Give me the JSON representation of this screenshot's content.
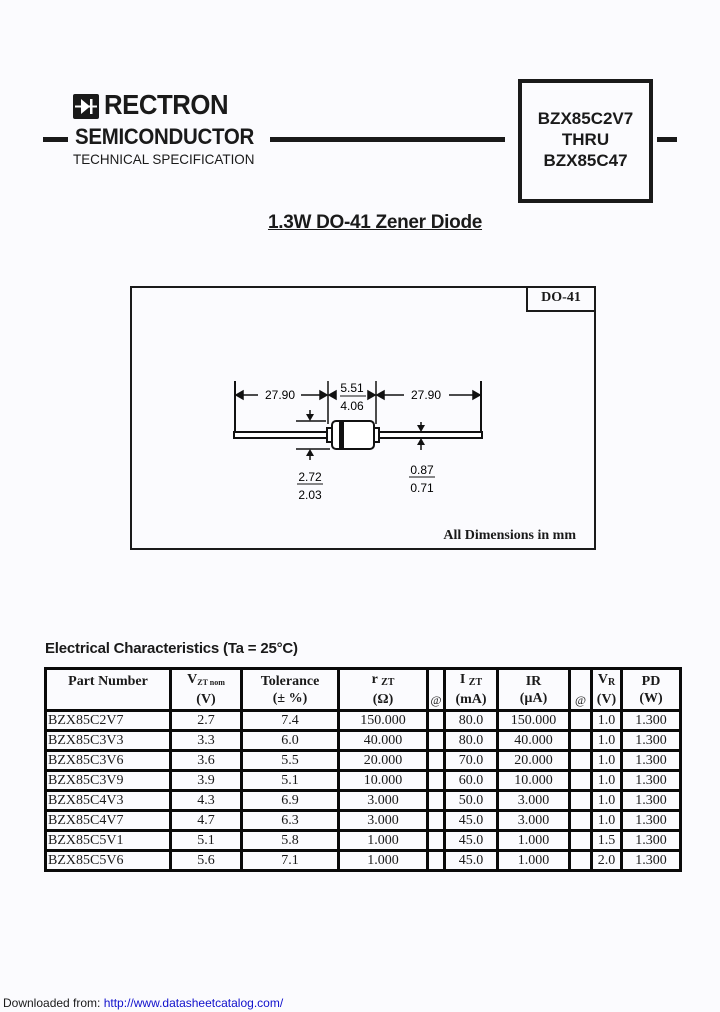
{
  "header": {
    "brand": "RECTRON",
    "company_line": "SEMICONDUCTOR",
    "doc_type": "TECHNICAL SPECIFICATION",
    "logo_icon": "diode-symbol-icon",
    "part_range": {
      "from": "BZX85C2V7",
      "thru": "THRU",
      "to": "BZX85C47"
    }
  },
  "title": "1.3W  DO-41 Zener Diode",
  "drawing": {
    "package_label": "DO-41",
    "dimension_note": "All Dimensions in mm",
    "dimensions": {
      "lead_length_left": "27.90",
      "lead_length_right": "27.90",
      "body_length_max": "5.51",
      "body_length_min": "4.06",
      "body_diameter_max": "2.72",
      "body_diameter_min": "2.03",
      "lead_diameter_max": "0.87",
      "lead_diameter_min": "0.71"
    }
  },
  "table": {
    "title": "Electrical Characteristics (Ta = 25°C)",
    "headers": {
      "part_number": "Part Number",
      "vzt_main": "V",
      "vzt_sub": "ZT nom",
      "vzt_unit": "(V)",
      "tolerance": "Tolerance",
      "tolerance_unit": "(± %)",
      "rzt_main": "r",
      "rzt_sub": "ZT",
      "rzt_unit": "(Ω)",
      "at1": "@",
      "izt_main": "I",
      "izt_sub": "ZT",
      "izt_unit": "(mA)",
      "ir": "IR",
      "ir_unit": "(µA)",
      "at2": "@",
      "vr_main": "V",
      "vr_sub": "R",
      "vr_unit": "(V)",
      "pd": "PD",
      "pd_unit": "(W)"
    },
    "rows": [
      {
        "part": "BZX85C2V7",
        "vzt": "2.7",
        "tol": "7.4",
        "rzt": "150.000",
        "izt": "80.0",
        "ir": "150.000",
        "vr": "1.0",
        "pd": "1.300"
      },
      {
        "part": "BZX85C3V3",
        "vzt": "3.3",
        "tol": "6.0",
        "rzt": "40.000",
        "izt": "80.0",
        "ir": "40.000",
        "vr": "1.0",
        "pd": "1.300"
      },
      {
        "part": "BZX85C3V6",
        "vzt": "3.6",
        "tol": "5.5",
        "rzt": "20.000",
        "izt": "70.0",
        "ir": "20.000",
        "vr": "1.0",
        "pd": "1.300"
      },
      {
        "part": "BZX85C3V9",
        "vzt": "3.9",
        "tol": "5.1",
        "rzt": "10.000",
        "izt": "60.0",
        "ir": "10.000",
        "vr": "1.0",
        "pd": "1.300"
      },
      {
        "part": "BZX85C4V3",
        "vzt": "4.3",
        "tol": "6.9",
        "rzt": "3.000",
        "izt": "50.0",
        "ir": "3.000",
        "vr": "1.0",
        "pd": "1.300"
      },
      {
        "part": "BZX85C4V7",
        "vzt": "4.7",
        "tol": "6.3",
        "rzt": "3.000",
        "izt": "45.0",
        "ir": "3.000",
        "vr": "1.0",
        "pd": "1.300"
      },
      {
        "part": "BZX85C5V1",
        "vzt": "5.1",
        "tol": "5.8",
        "rzt": "1.000",
        "izt": "45.0",
        "ir": "1.000",
        "vr": "1.5",
        "pd": "1.300"
      },
      {
        "part": "BZX85C5V6",
        "vzt": "5.6",
        "tol": "7.1",
        "rzt": "1.000",
        "izt": "45.0",
        "ir": "1.000",
        "vr": "2.0",
        "pd": "1.300"
      }
    ]
  },
  "footer": {
    "prefix": "Downloaded from: ",
    "link_text": "http://www.datasheetcatalog.com/"
  },
  "colors": {
    "ink": "#1a1a1a",
    "page": "#fbfbfe",
    "link": "#1010cc"
  }
}
